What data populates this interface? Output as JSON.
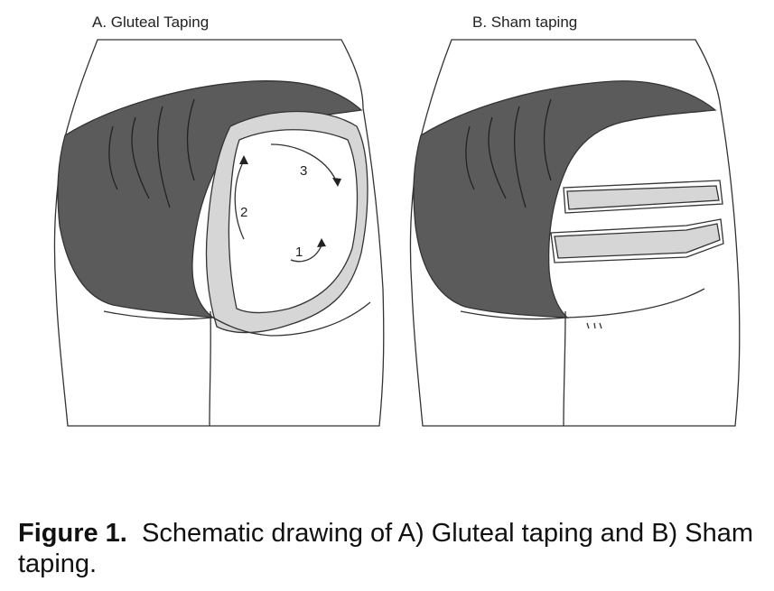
{
  "panels": {
    "a": {
      "label": "A.  Gluteal Taping",
      "arrows": [
        "1",
        "2",
        "3"
      ]
    },
    "b": {
      "label": "B.  Sham taping"
    }
  },
  "caption": {
    "label": "Figure 1.",
    "text": "Schematic drawing of A) Gluteal taping and B) Sham taping."
  },
  "colors": {
    "dark_fill": "#5b5b5b",
    "tape_fill": "#d6d6d6",
    "line": "#333333"
  }
}
